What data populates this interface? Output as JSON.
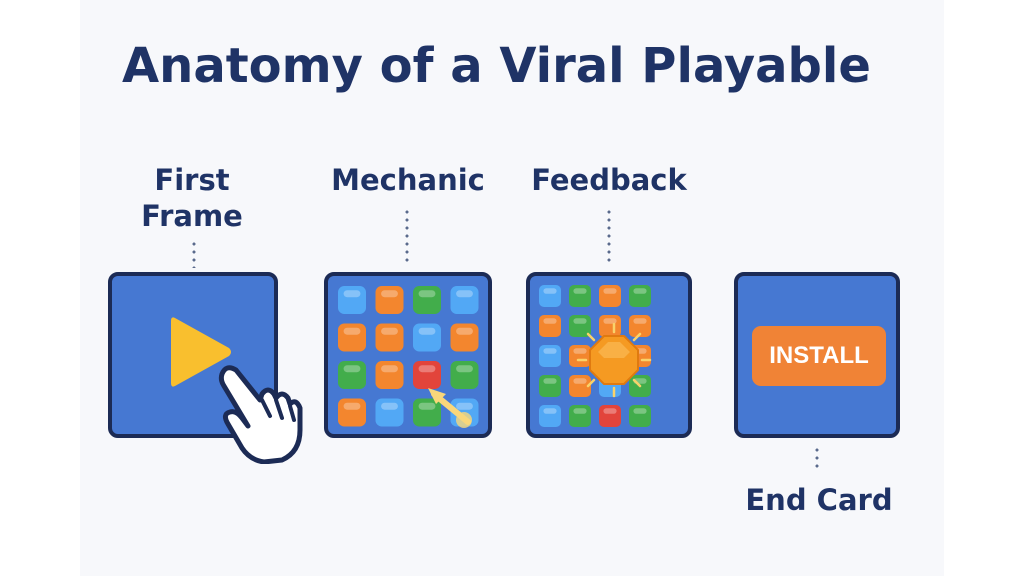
{
  "title": "Anatomy of a Viral Playable",
  "stages": [
    {
      "label_line1": "First",
      "label_line2": "Frame"
    },
    {
      "label": "Mechanic"
    },
    {
      "label": "Feedback"
    },
    {
      "label": "End Card"
    }
  ],
  "end_card": {
    "button_label": "INSTALL"
  },
  "icons": {
    "stage1": [
      "play-icon",
      "pointing-hand-icon"
    ],
    "stage2": [
      "gem-grid",
      "swipe-arrow-icon"
    ],
    "stage3": [
      "gem-grid",
      "burst-gem-icon"
    ]
  },
  "colors": {
    "panel": "#4678d2",
    "border": "#1c2b55",
    "title": "#1f3366",
    "play": "#f9bf2e",
    "install_button": "#f08336",
    "gem_blue": "#52a8f5",
    "gem_orange": "#f3862e",
    "gem_green": "#42ad4b",
    "gem_red": "#e2443b"
  }
}
